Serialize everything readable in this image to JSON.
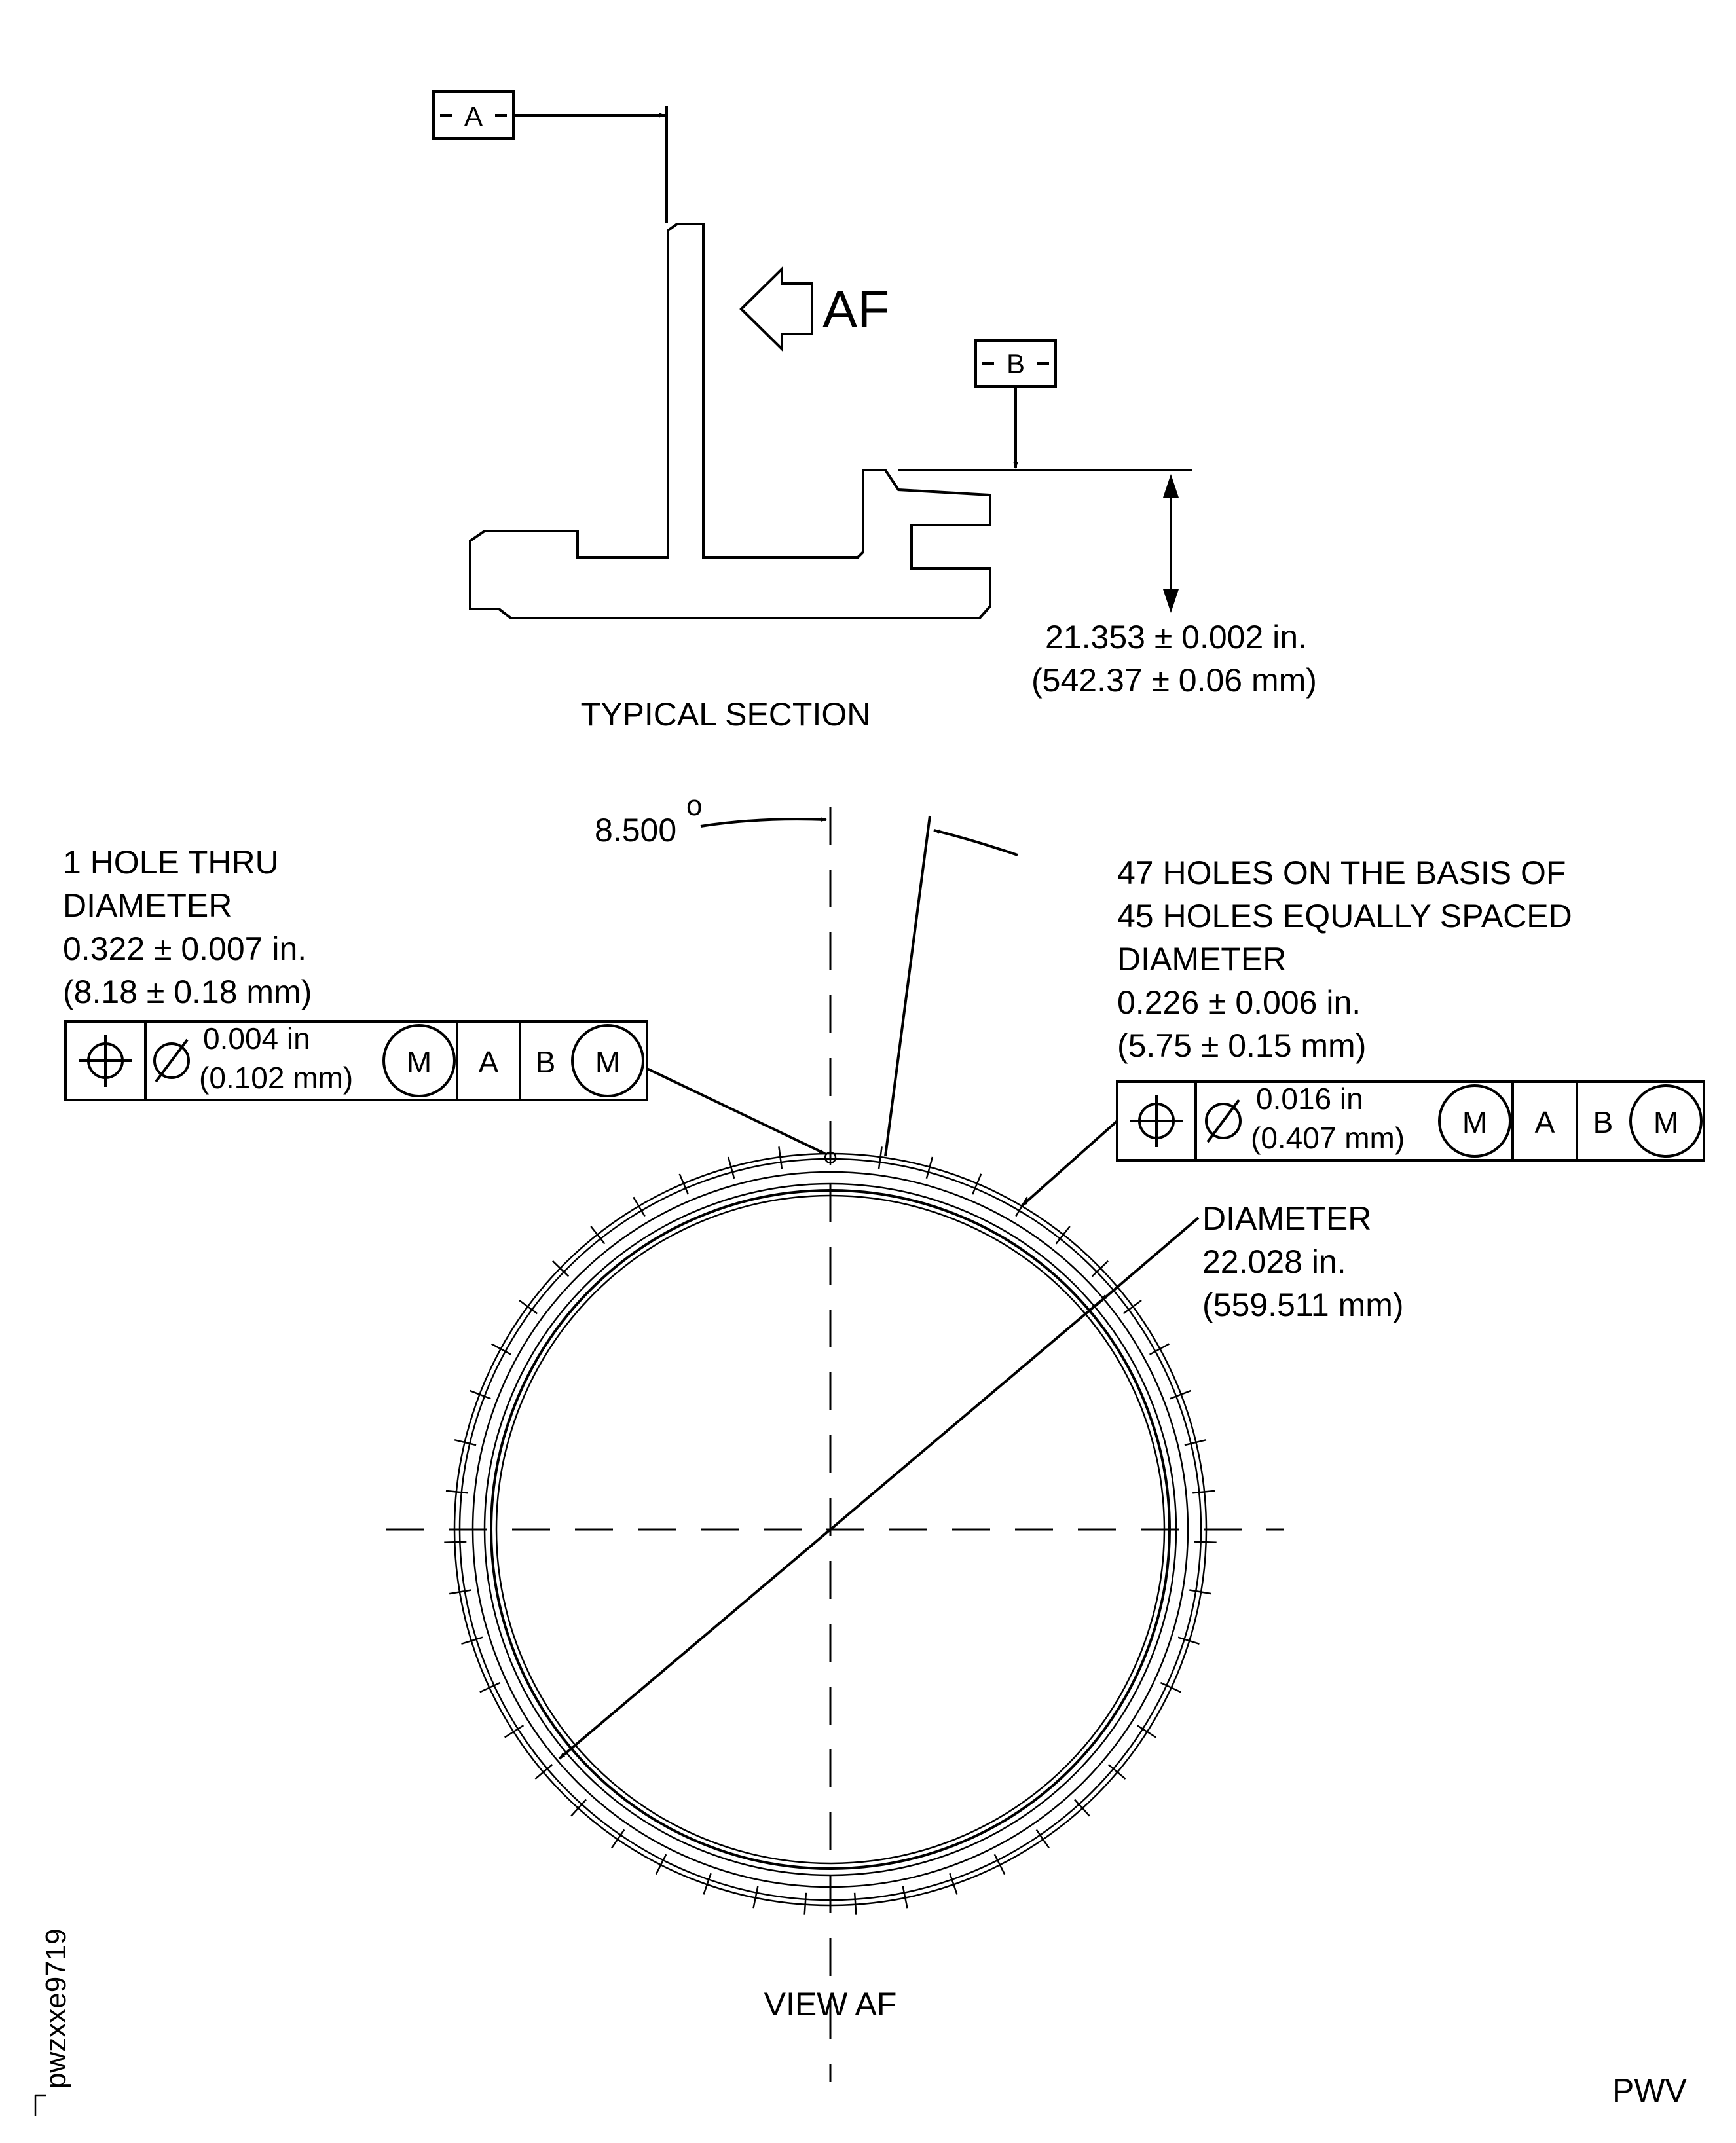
{
  "typical_section": {
    "datum_a": "A",
    "datum_b": "B",
    "view_arrow_label": "AF",
    "dim_line1": "21.353 ± 0.002 in.",
    "dim_line2": "(542.37 ± 0.06 mm)",
    "caption": "TYPICAL SECTION"
  },
  "view_af": {
    "angle": "8.500",
    "angle_unit": "o",
    "hole1": {
      "line1": "1 HOLE THRU",
      "line2": "DIAMETER",
      "line3": "0.322 ± 0.007 in.",
      "line4": "(8.18 ± 0.18 mm)",
      "fcf": {
        "tol_in": "0.004 in",
        "tol_mm": "(0.102 mm)",
        "modifier": "M",
        "datum1": "A",
        "datum2": "B",
        "datum2_modifier": "M"
      }
    },
    "holes47": {
      "line1": "47 HOLES ON THE BASIS OF",
      "line2": "45 HOLES EQUALLY SPACED",
      "line3": "DIAMETER",
      "line4": "0.226 ± 0.006 in.",
      "line5": "(5.75 ± 0.15 mm)",
      "fcf": {
        "tol_in": "0.016 in",
        "tol_mm": "(0.407 mm)",
        "modifier": "M",
        "datum1": "A",
        "datum2": "B",
        "datum2_modifier": "M"
      }
    },
    "diameter": {
      "line1": "DIAMETER",
      "line2": "22.028 in.",
      "line3": "(559.511 mm)"
    },
    "caption": "VIEW AF"
  },
  "footer": {
    "figure_id": "pwzxxe9719",
    "code": "PWV"
  },
  "hole_pattern": {
    "count": 47
  }
}
